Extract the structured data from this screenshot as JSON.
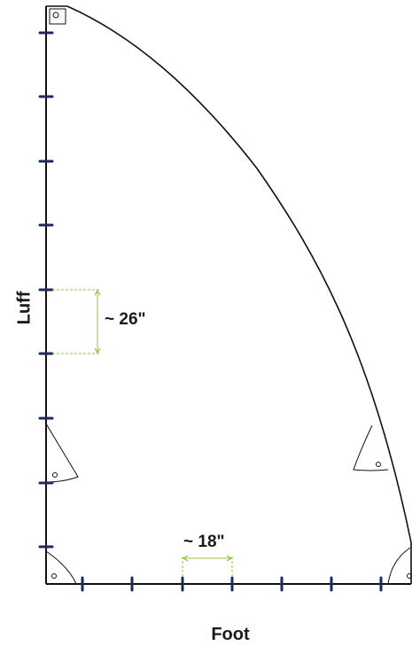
{
  "labels": {
    "luff": "Luff",
    "foot": "Foot",
    "luff_spacing": "~ 26\"",
    "foot_spacing": "~ 18\""
  },
  "colors": {
    "outline": "#111111",
    "tick": "#1f2a5c",
    "dimension": "#8cc63f"
  }
}
